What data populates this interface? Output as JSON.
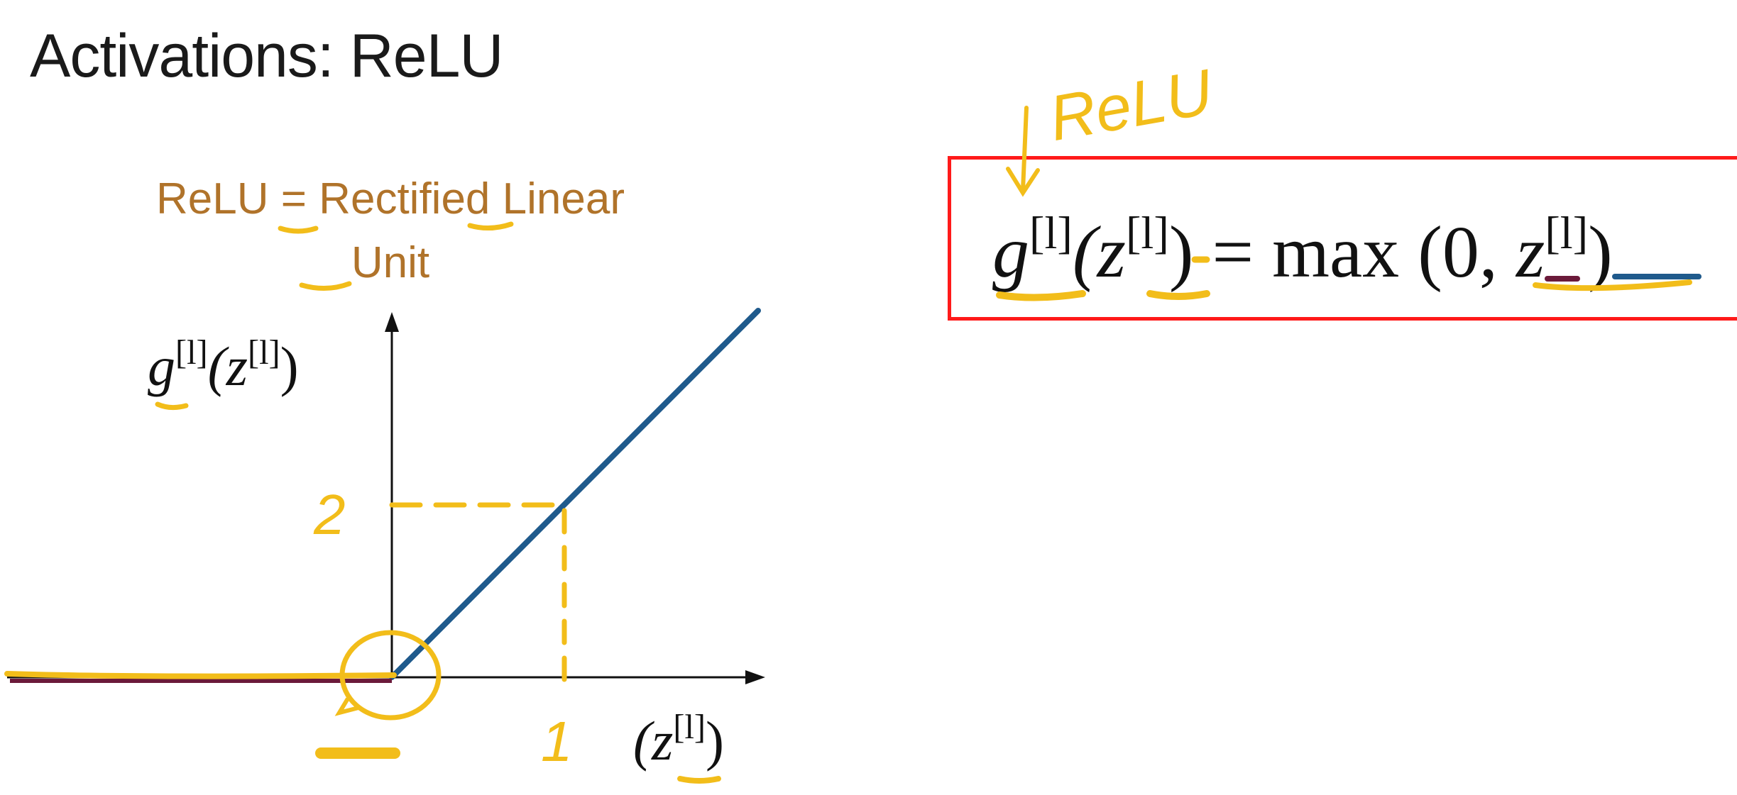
{
  "title": "Activations: ReLU",
  "subtitle": {
    "line1": "ReLU = Rectified Linear",
    "line2": "Unit"
  },
  "graph": {
    "yaxis": {
      "func": "g",
      "superscript": "[l]",
      "arg": "(z",
      "arg_sup": "[l]",
      "close": ")"
    },
    "xaxis": {
      "open": "(z",
      "superscript": "[l]",
      "close": ")"
    }
  },
  "formula": {
    "func": "g",
    "func_sup": "[l]",
    "arg": "(z",
    "arg_sup": "[l]",
    "arg_close": ")",
    "equals": " = ",
    "max": "max",
    "max_args_open": " (0, ",
    "max_arg2": "z",
    "max_arg2_sup": "[l]",
    "max_close": ")"
  },
  "annotations": {
    "relu_note": "ReLU",
    "value_two": "2",
    "value_one": "1"
  },
  "colors": {
    "line": "#1f5a8c",
    "highlight": "#f2bd1a",
    "subtitle": "#b0732a",
    "box": "#ff1a1a",
    "accent": "#6b1a3a"
  }
}
